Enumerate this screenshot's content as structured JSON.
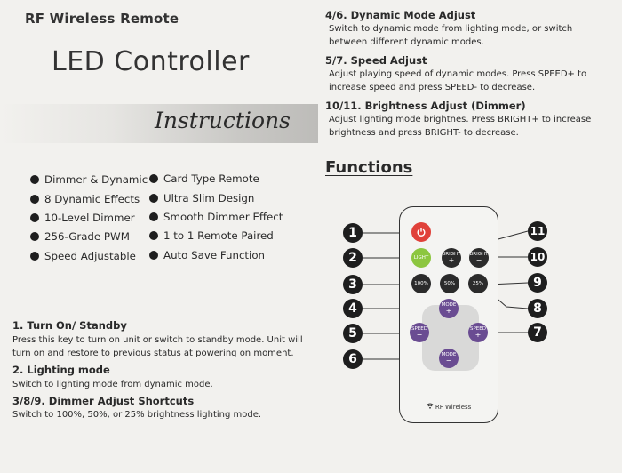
{
  "header": {
    "brand": "RF Wireless Remote",
    "title": "LED Controller",
    "subtitle": "Instructions"
  },
  "features_left": [
    "Dimmer & Dynamic",
    "8 Dynamic Effects",
    "10-Level Dimmer",
    "256-Grade PWM",
    "Speed Adjustable"
  ],
  "features_right": [
    "Card Type Remote",
    "Ultra Slim Design",
    "Smooth Dimmer Effect",
    "1 to 1 Remote Paired",
    "Auto Save Function"
  ],
  "steps_left": [
    {
      "heading": "1. Turn On/ Standby",
      "line1": "Press this key to turn on unit or switch to standby mode. Unit will",
      "line2": "turn on and restore to previous status at powering on moment."
    },
    {
      "heading": "2. Lighting mode",
      "line1": "Switch to lighting  mode from dynamic mode."
    },
    {
      "heading": "3/8/9. Dimmer Adjust Shortcuts",
      "line1": "Switch to 100%, 50%, or 25%  brightness lighting mode."
    }
  ],
  "steps_right": [
    {
      "heading": "4/6. Dynamic Mode Adjust",
      "line1": "Switch to dynamic mode from lighting mode, or switch",
      "line2": "between different dynamic modes."
    },
    {
      "heading": "5/7. Speed Adjust",
      "line1": "Adjust playing speed of dynamic modes. Press SPEED+ to",
      "line2": "increase speed and press SPEED- to decrease."
    },
    {
      "heading": "10/11. Brightness Adjust (Dimmer)",
      "line1": "Adjust lighting mode brightnes. Press BRIGHT+ to increase",
      "line2": "brightness and press BRIGHT- to decrease."
    }
  ],
  "functions_heading": "Functions",
  "remote": {
    "light": "LIGHT",
    "bright": "BRIGHT",
    "plus": "+",
    "minus": "−",
    "pct100": "100%",
    "pct50": "50%",
    "pct25": "25%",
    "mode": "MODE",
    "speed": "SPEED",
    "rf_label": "RF Wireless",
    "wifi_icon": "wireless-signal-icon"
  },
  "numbers": {
    "n1": "1",
    "n2": "2",
    "n3": "3",
    "n4": "4",
    "n5": "5",
    "n6": "6",
    "n7": "7",
    "n8": "8",
    "n9": "9",
    "n10": "10",
    "n11": "11"
  },
  "colors": {
    "power": "#e0413a",
    "light": "#8cc63f",
    "mode_speed": "#6a4c92",
    "dark_button": "#2b2b2b"
  }
}
